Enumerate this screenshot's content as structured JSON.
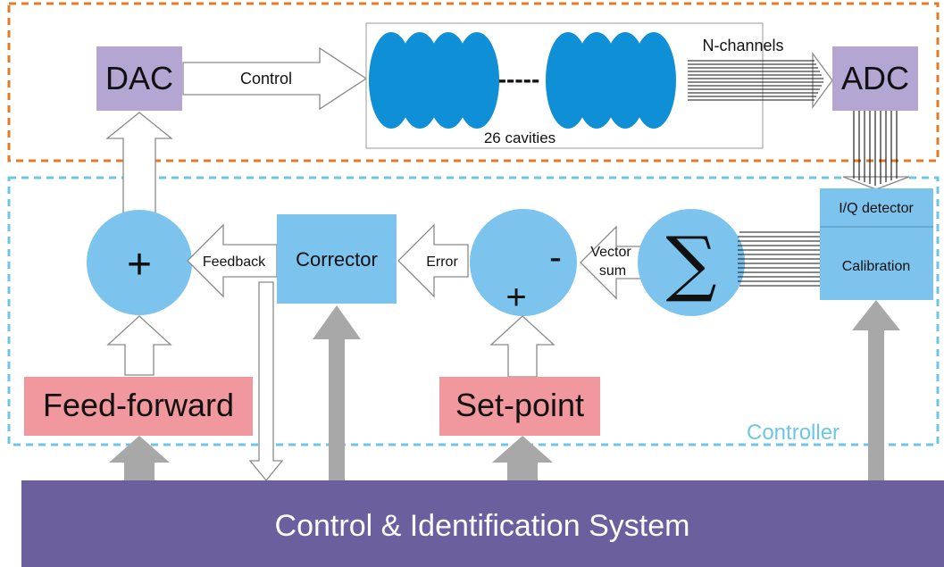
{
  "blocks": {
    "dac": "DAC",
    "adc": "ADC",
    "cavities_caption": "26 cavities",
    "cavities_gap": "-----",
    "iq_detector": "I/Q detector",
    "calibration": "Calibration",
    "sum_node": "+",
    "diff_minus": "-",
    "diff_plus": "+",
    "sigma": "∑",
    "corrector": "Corrector",
    "feed_forward": "Feed-forward",
    "set_point": "Set-point",
    "system": "Control & Identification System"
  },
  "signals": {
    "control": "Control",
    "n_channels": "N-channels",
    "feedback": "Feedback",
    "error": "Error",
    "vector_sum_line1": "Vector",
    "vector_sum_line2": "sum"
  },
  "regions": {
    "controller": "Controller"
  },
  "colors": {
    "plant_border": "#e07b2a",
    "controller_border": "#6ec6e6",
    "block_purple": "#b3a6d3",
    "block_blue": "#7cc3ee",
    "block_pink": "#f0989d",
    "system_purple": "#6b5f9e",
    "cavity_blue": "#0f8fd6",
    "grey_arrow": "#a8a8a8"
  }
}
